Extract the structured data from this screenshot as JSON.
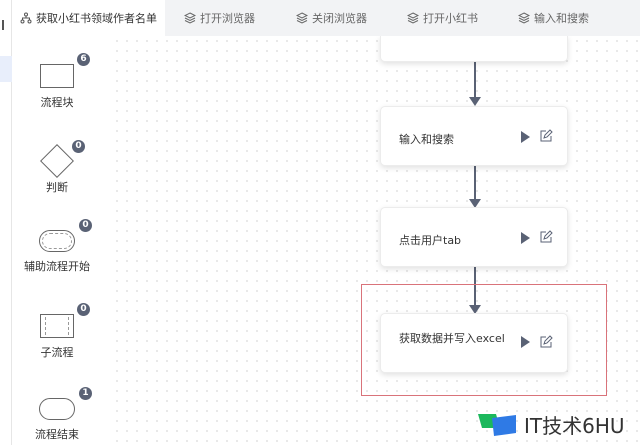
{
  "tabs": [
    {
      "label": "获取小红书领域作者名单",
      "icon": "flow-icon",
      "active": true
    },
    {
      "label": "打开浏览器",
      "icon": "layers-icon"
    },
    {
      "label": "关闭浏览器",
      "icon": "layers-icon"
    },
    {
      "label": "打开小红书",
      "icon": "layers-icon"
    },
    {
      "label": "输入和搜索",
      "icon": "layers-icon"
    }
  ],
  "components": [
    {
      "label": "流程块",
      "count": "6"
    },
    {
      "label": "判断",
      "count": "0"
    },
    {
      "label": "辅助流程开始",
      "count": "0"
    },
    {
      "label": "子流程",
      "count": "0"
    },
    {
      "label": "流程结束",
      "count": "1"
    }
  ],
  "nodes": [
    {
      "label": ""
    },
    {
      "label": "输入和搜索"
    },
    {
      "label": "点击用户tab"
    },
    {
      "label": "获取数据并写入excel"
    }
  ],
  "watermark": "IT技术6HU",
  "colors": {
    "highlight": "#d9737a",
    "node_icon": "#5a6275"
  }
}
